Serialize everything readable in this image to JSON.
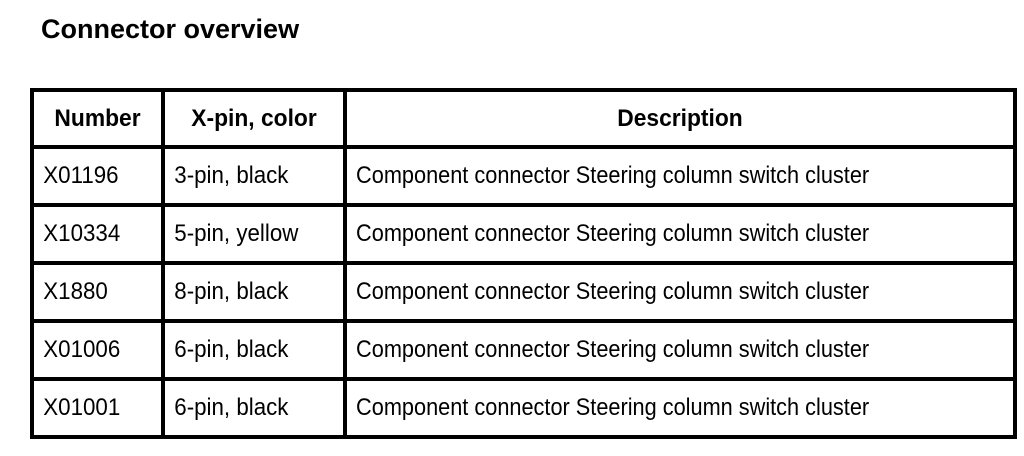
{
  "document": {
    "title": "Connector overview",
    "background_color": "#ffffff",
    "text_color": "#000000",
    "border_color": "#000000"
  },
  "table": {
    "name": "connector-overview-table",
    "columns": [
      {
        "key": "number",
        "label": "Number",
        "align": "center"
      },
      {
        "key": "xpin",
        "label": "X-pin, color",
        "align": "center"
      },
      {
        "key": "description",
        "label": "Description",
        "align": "center"
      }
    ],
    "rows": [
      {
        "number": "X01196",
        "xpin": "3-pin, black",
        "description": "Component connector Steering column switch cluster"
      },
      {
        "number": "X10334",
        "xpin": "5-pin, yellow",
        "description": "Component connector Steering column switch cluster"
      },
      {
        "number": "X1880",
        "xpin": "8-pin, black",
        "description": "Component connector Steering column switch cluster"
      },
      {
        "number": "X01006",
        "xpin": "6-pin, black",
        "description": "Component connector Steering column switch cluster"
      },
      {
        "number": "X01001",
        "xpin": "6-pin, black",
        "description": "Component connector Steering column switch cluster"
      }
    ]
  }
}
